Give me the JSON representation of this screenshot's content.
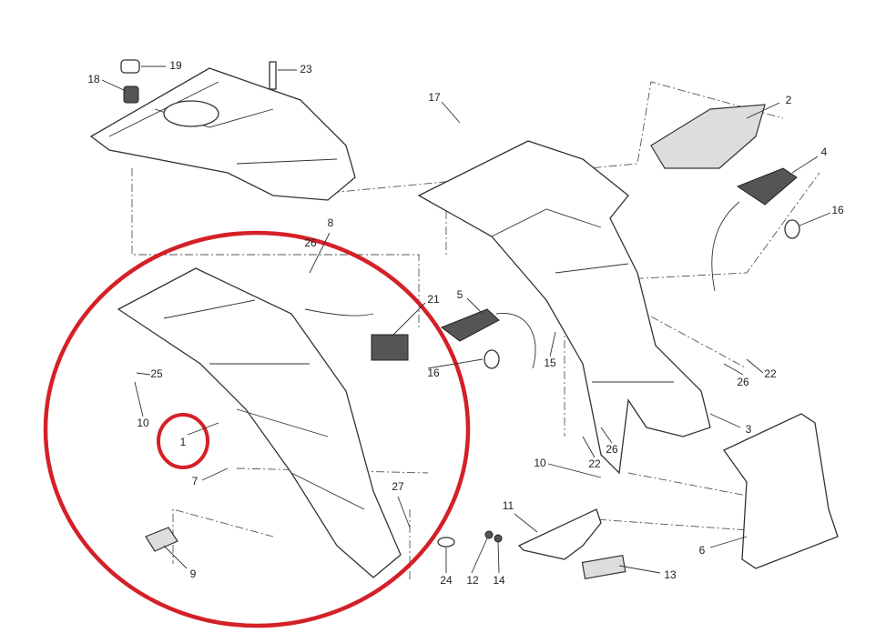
{
  "diagram": {
    "title": "Rear tail housing / license plate holder exploded parts diagram",
    "highlight_color": "#d42027",
    "labels": {
      "p18": "18",
      "p19": "19",
      "p23": "23",
      "p17": "17",
      "p2": "2",
      "p4": "4",
      "p16a": "16",
      "p8": "8",
      "p26a": "26",
      "p21": "21",
      "p5": "5",
      "p15": "15",
      "p16b": "16",
      "p25": "25",
      "p10a": "10",
      "p1": "1",
      "p7": "7",
      "p27": "27",
      "p24": "24",
      "p12": "12",
      "p14": "14",
      "p11": "11",
      "p13": "13",
      "p9": "9",
      "p3": "3",
      "p26b": "26",
      "p22a": "22",
      "p22b": "22",
      "p26c": "26",
      "p10b": "10",
      "p6": "6"
    }
  }
}
